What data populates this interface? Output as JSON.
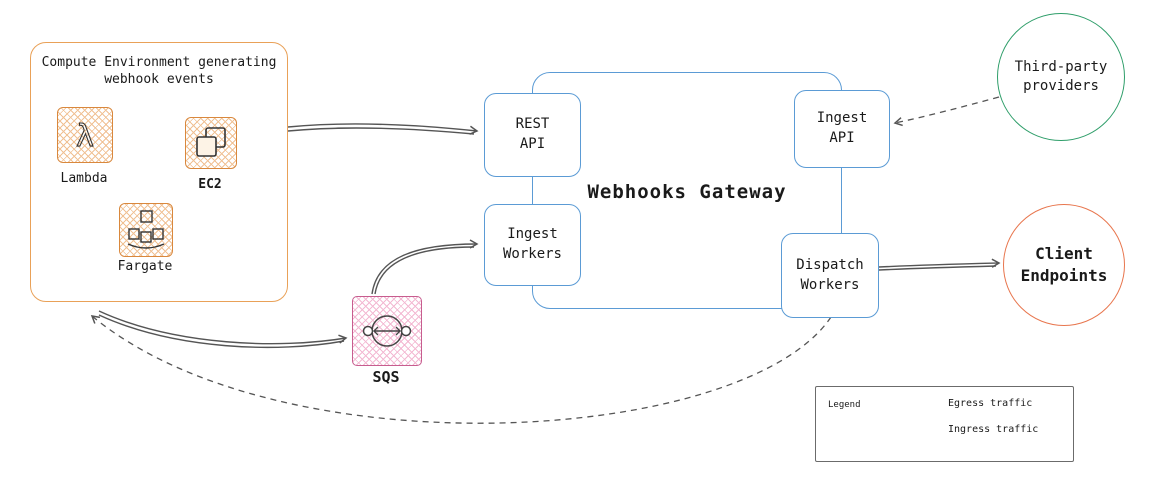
{
  "colors": {
    "compute-border": "#e9a158",
    "tile-border": "#d9883d",
    "tile-hatch": "#f0c194",
    "gateway-border": "#5b9bd5",
    "node-border": "#5b9bd5",
    "sqs-border": "#c75d8f",
    "sqs-hatch": "#f3b8d2",
    "third-party-border": "#2f9e6a",
    "client-border": "#e8764e",
    "arrow": "#555555",
    "legend-border": "#6b6b6b",
    "text": "#1a1a1a"
  },
  "compute_environment": {
    "title": "Compute Environment generating\nwebhook events",
    "services": [
      {
        "name": "Lambda"
      },
      {
        "name": "EC2"
      },
      {
        "name": "Fargate"
      }
    ]
  },
  "gateway": {
    "title": "Webhooks Gateway",
    "nodes": {
      "rest_api": "REST\nAPI",
      "ingest_api": "Ingest\nAPI",
      "ingest_workers": "Ingest\nWorkers",
      "dispatch_workers": "Dispatch\nWorkers"
    }
  },
  "queue": {
    "label": "SQS"
  },
  "external": {
    "third_party": "Third-party\nproviders",
    "client_endpoints": "Client\nEndpoints"
  },
  "legend": {
    "title": "Legend",
    "entries": [
      {
        "label": "Egress traffic",
        "line_style": "solid"
      },
      {
        "label": "Ingress traffic",
        "line_style": "dashed"
      }
    ]
  }
}
